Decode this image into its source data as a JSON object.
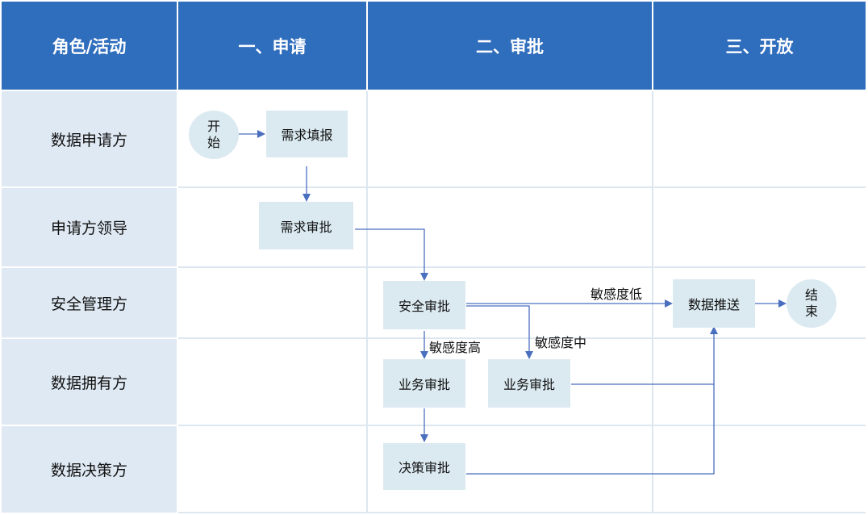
{
  "header": {
    "role_col": "角色/活动",
    "phase1": "一、申请",
    "phase2": "二、审批",
    "phase3": "三、开放"
  },
  "roles": [
    "数据申请方",
    "申请方领导",
    "安全管理方",
    "数据拥有方",
    "数据决策方"
  ],
  "nodes": {
    "start": "开始",
    "demand_fill": "需求填报",
    "demand_approve": "需求审批",
    "security_approve": "安全审批",
    "business_approve_high": "业务审批",
    "business_approve_mid": "业务审批",
    "decision_approve": "决策审批",
    "data_push": "数据推送",
    "end": "结束"
  },
  "edge_labels": {
    "sensitivity_low": "敏感度低",
    "sensitivity_high": "敏感度高",
    "sensitivity_mid": "敏感度中"
  },
  "colors": {
    "header_bg": "#2f6dbd",
    "role_bg": "#dfe9f3",
    "node_bg": "#dbeaf1",
    "arrow": "#4a6fbf"
  }
}
